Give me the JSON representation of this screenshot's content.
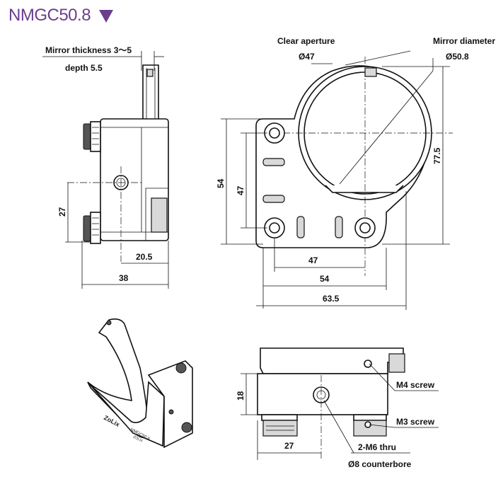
{
  "header": {
    "title": "NMGC50.8",
    "title_color": "#6b3e8e",
    "dropdown_icon": "triangle-down-icon"
  },
  "side_view": {
    "mirror_thickness_label": "Mirror thickness 3～5",
    "depth_label": "depth 5.5",
    "dim_27": "27",
    "dim_20_5": "20.5",
    "dim_38": "38"
  },
  "front_view": {
    "clear_aperture_label": "Clear aperture",
    "clear_aperture_value": "Ø47",
    "mirror_diameter_label": "Mirror diameter",
    "mirror_diameter_value": "Ø50.8",
    "dim_54_vertical": "54",
    "dim_47_vertical": "47",
    "dim_77_5": "77.5",
    "dim_47_horizontal": "47",
    "dim_54_horizontal": "54",
    "dim_63_5": "63.5"
  },
  "photo": {
    "brand_text": "ZoLix",
    "model_text": "NMGC50.8",
    "logo_text": "ZOLIX"
  },
  "bottom_view": {
    "dim_18": "18",
    "dim_27": "27",
    "m4_screw_label": "M4 screw",
    "m3_screw_label": "M3 screw",
    "m6_label": "2-M6 thru",
    "counterbore_label": "Ø8 counterbore"
  }
}
